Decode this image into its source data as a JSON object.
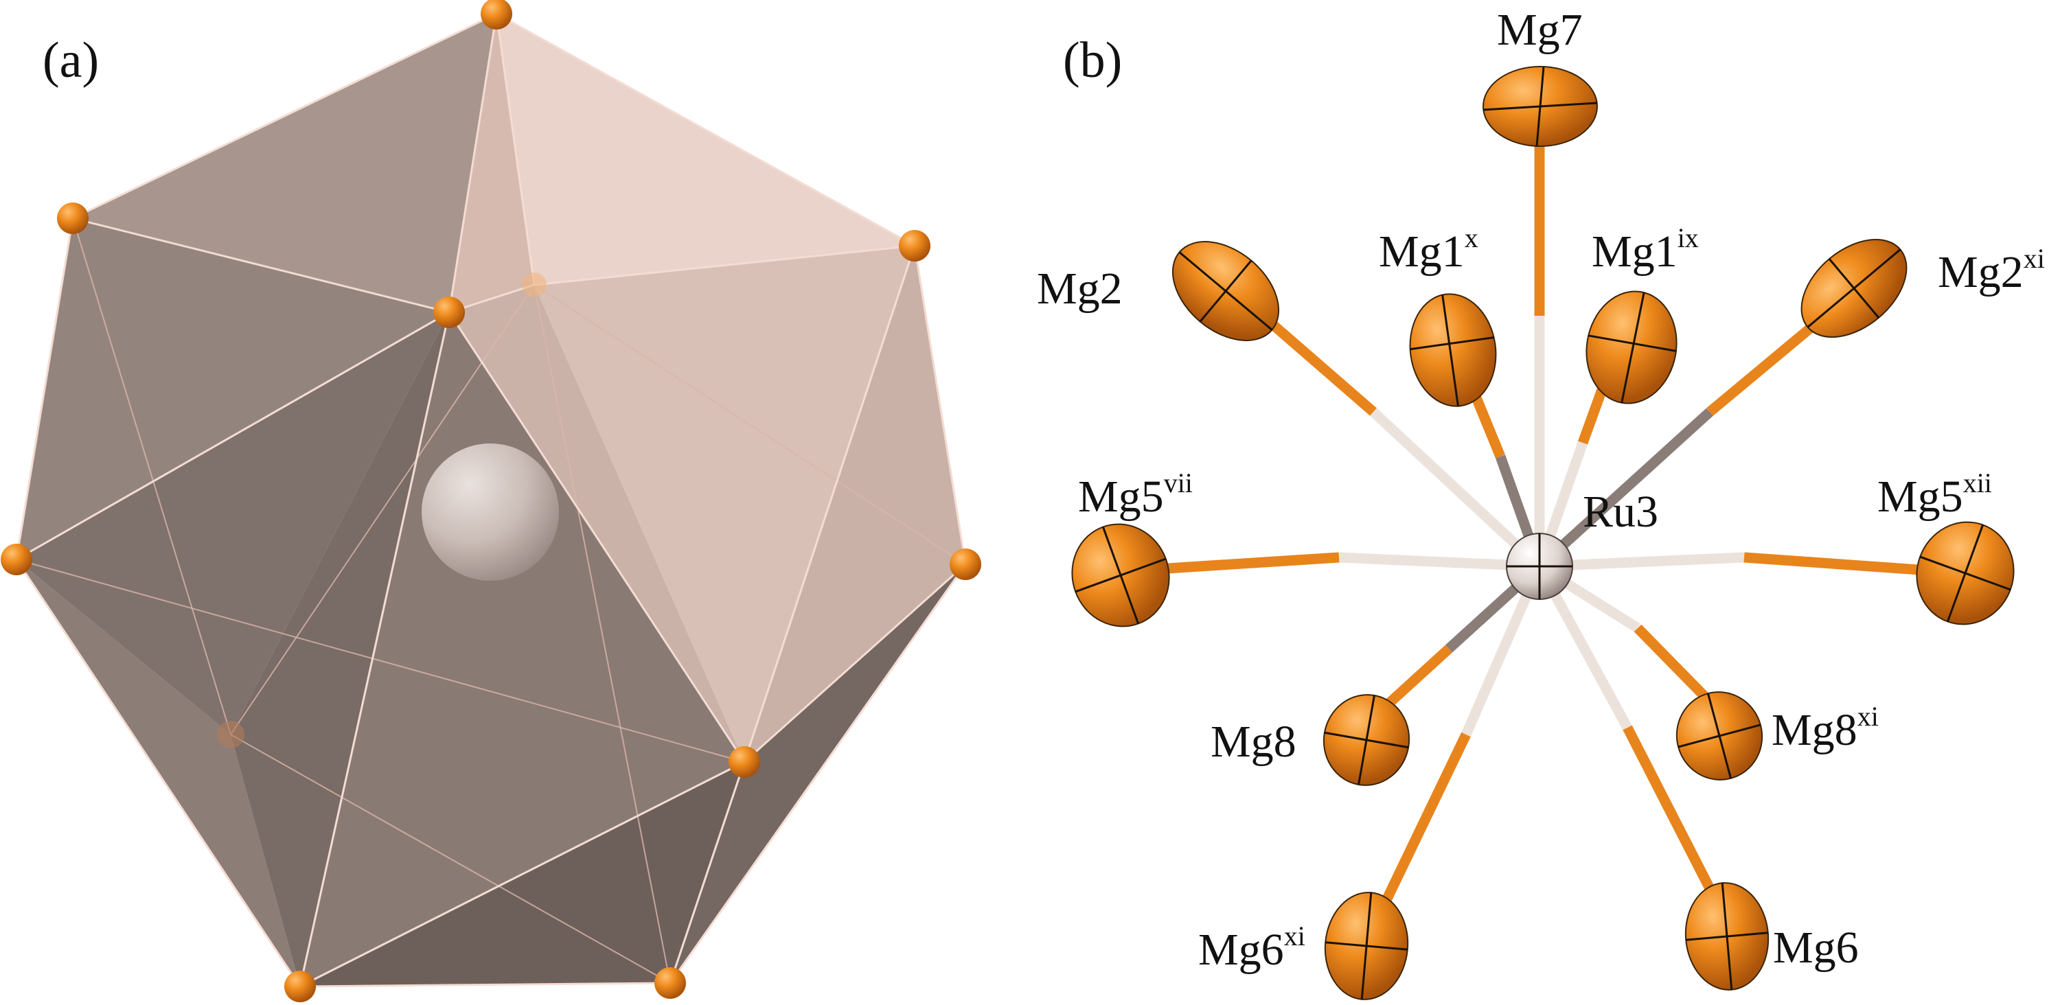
{
  "panels": {
    "a": {
      "label": "(a)"
    },
    "b": {
      "label": "(b)"
    }
  },
  "colors": {
    "mg_atom": "#ee8a1c",
    "ru_atom": "#e4dad5",
    "bond_mg": "#e8841c",
    "bond_ru": "#ece2dc",
    "face_light": "#e9d0c6",
    "face_mid": "#b7a29a",
    "face_dark": "#7a6c67"
  },
  "center_atom": {
    "name": "Ru3"
  },
  "ligands": [
    {
      "name": "Mg7",
      "sup": ""
    },
    {
      "name": "Mg1",
      "sup": "x"
    },
    {
      "name": "Mg1",
      "sup": "ix"
    },
    {
      "name": "Mg2",
      "sup": ""
    },
    {
      "name": "Mg2",
      "sup": "xi"
    },
    {
      "name": "Mg5",
      "sup": "vii"
    },
    {
      "name": "Mg5",
      "sup": "xii"
    },
    {
      "name": "Mg8",
      "sup": ""
    },
    {
      "name": "Mg8",
      "sup": "xi"
    },
    {
      "name": "Mg6",
      "sup": "xi"
    },
    {
      "name": "Mg6",
      "sup": ""
    }
  ]
}
